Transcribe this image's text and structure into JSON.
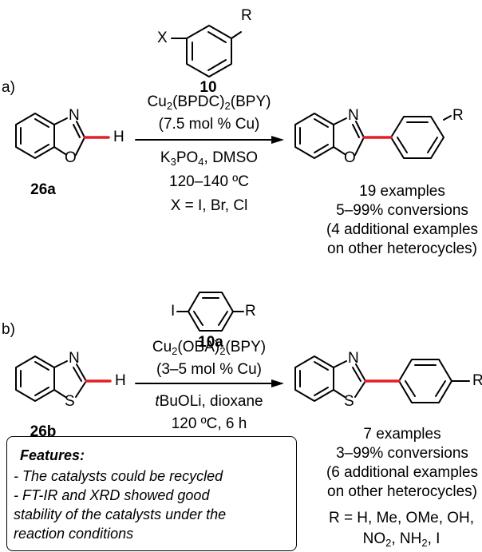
{
  "panel_a": {
    "label": "a)",
    "aryl_halide": {
      "X": "X",
      "R": "R",
      "number": "10"
    },
    "reactant_id": "26a",
    "reactant_H": "H",
    "ring_N": "N",
    "ring_O": "O",
    "catalyst": {
      "pre": "Cu",
      "sub1": "2",
      "mid": "(BPDC)",
      "sub2": "2",
      "post": "(BPY)"
    },
    "loading": "(7.5 mol % Cu)",
    "base": {
      "pre": "K",
      "sub1": "3",
      "post": "PO",
      "sub2": "4",
      "tail": ", DMSO"
    },
    "temperature": "120–140 ºC",
    "halides": "X = I, Br, Cl",
    "product_R": "R",
    "results": [
      "19 examples",
      "5–99% conversions",
      "(4 additional examples",
      "on other heterocycles)"
    ]
  },
  "panel_b": {
    "label": "b)",
    "aryl_iodide": {
      "I": "I",
      "R": "R",
      "number": "10a"
    },
    "reactant_id": "26b",
    "reactant_H": "H",
    "ring_N": "N",
    "ring_S": "S",
    "catalyst": {
      "pre": "Cu",
      "sub1": "2",
      "mid": "(OBA)",
      "sub2": "2",
      "post": "(BPY)"
    },
    "loading": "(3–5 mol % Cu)",
    "base": {
      "italic": "t",
      "post": "BuOLi, dioxane"
    },
    "temperature": "120 ºC, 6 h",
    "product_R": "R",
    "results": [
      "7 examples",
      "3–99% conversions",
      "(6 additional examples",
      "on other heterocycles)"
    ],
    "substituents_line1": "R = H, Me, OMe,  OH,",
    "substituents_line2": {
      "pre": "NO",
      "sub1": "2",
      "mid": ", NH",
      "sub2": "2",
      "post": ", I"
    }
  },
  "features": {
    "title": "Features:",
    "lines": [
      "- The catalysts could be recycled",
      "- FT-IR and XRD showed good",
      "  stability of the catalysts under the",
      "  reaction conditions"
    ]
  },
  "colors": {
    "new_bond": "#e41e26",
    "ink": "#000000"
  }
}
